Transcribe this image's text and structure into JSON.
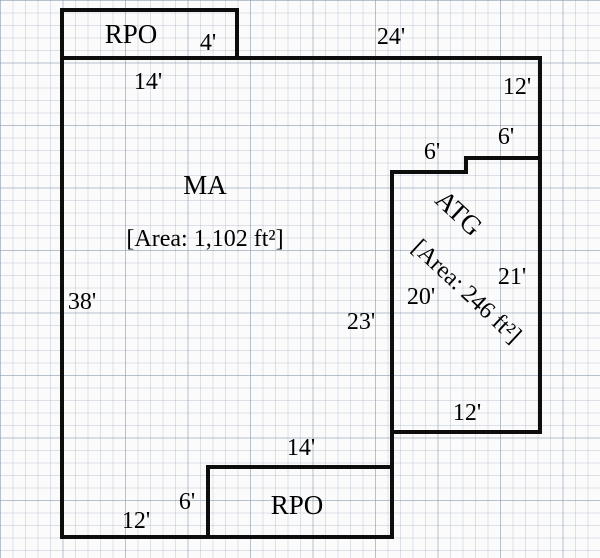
{
  "floorplan": {
    "rooms": {
      "rpo_top": {
        "label": "RPO"
      },
      "ma": {
        "label": "MA",
        "area": "[Area: 1,102 ft²]"
      },
      "atg": {
        "label": "ATG",
        "area": "[Area: 246 ft²]"
      },
      "rpo_bottom": {
        "label": "RPO"
      }
    },
    "dims": {
      "rpo_top_height": "4'",
      "top_main": "24'",
      "rpo_top_width": "14'",
      "right_upper": "12'",
      "notch_right": "6'",
      "notch_left": "6'",
      "atg_right": "21'",
      "atg_left": "20'",
      "ma_right": "23'",
      "left": "38'",
      "atg_bottom": "12'",
      "rpo_bottom_top": "14'",
      "rpo_bottom_left": "6'",
      "bottom_left": "12'"
    },
    "colors": {
      "wall": "#0d0d0d",
      "paper": "#fbfbfc",
      "grid": "#8c9eb2"
    }
  }
}
